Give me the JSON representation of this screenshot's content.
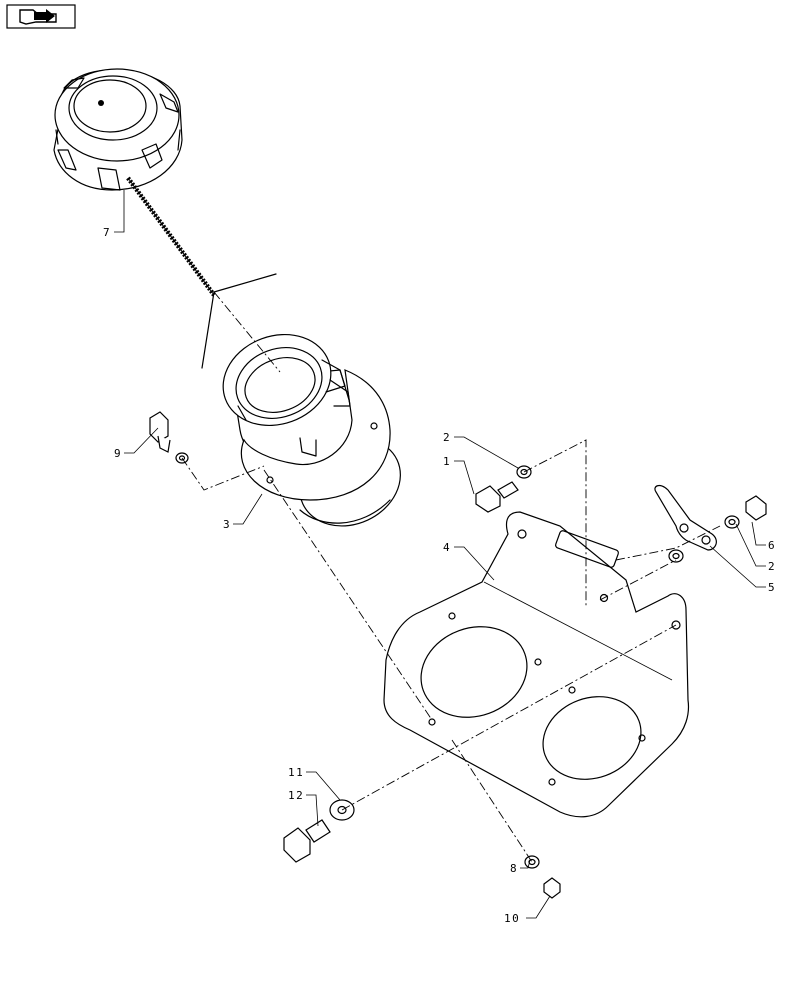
{
  "diagram": {
    "nav_icon": "page-navigation-arrow-icon",
    "callouts": [
      {
        "id": "callout-7",
        "label": "7"
      },
      {
        "id": "callout-9",
        "label": "9"
      },
      {
        "id": "callout-3",
        "label": "3"
      },
      {
        "id": "callout-2a",
        "label": "2"
      },
      {
        "id": "callout-1",
        "label": "1"
      },
      {
        "id": "callout-4",
        "label": "4"
      },
      {
        "id": "callout-6",
        "label": "6"
      },
      {
        "id": "callout-2b",
        "label": "2"
      },
      {
        "id": "callout-5",
        "label": "5"
      },
      {
        "id": "callout-11",
        "label": "11"
      },
      {
        "id": "callout-12",
        "label": "12"
      },
      {
        "id": "callout-8",
        "label": "8"
      },
      {
        "id": "callout-10",
        "label": "10"
      }
    ]
  }
}
